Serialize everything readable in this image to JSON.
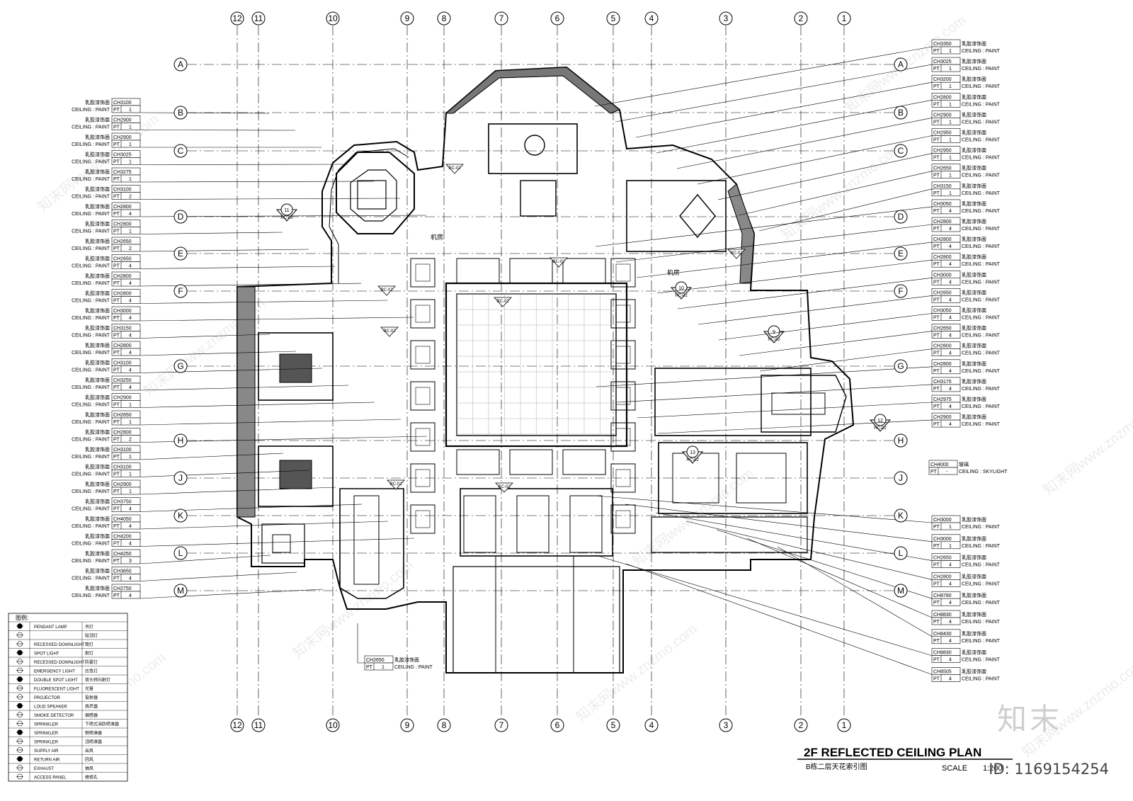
{
  "grid": {
    "columns": [
      "12",
      "11",
      "10",
      "9",
      "8",
      "7",
      "6",
      "5",
      "4",
      "3",
      "2",
      "1"
    ],
    "rows": [
      "A",
      "B",
      "C",
      "D",
      "E",
      "F",
      "G",
      "H",
      "J",
      "K",
      "L",
      "M"
    ]
  },
  "room_labels": {
    "mech_room_left": "机房",
    "mech_room_right": "机房"
  },
  "tag_paint_cn": "乳胶漆饰面",
  "tag_paint_en": "CEILING : PAINT",
  "tag_skylight_cn": "玻璃",
  "tag_skylight_en": "CEILING : SKYLIGHT",
  "tag_pt": "PT",
  "left_tags": [
    {
      "ch": "CH3100",
      "pt": "1"
    },
    {
      "ch": "CH2900",
      "pt": "1"
    },
    {
      "ch": "CH2900",
      "pt": "1"
    },
    {
      "ch": "CH3025",
      "pt": "1"
    },
    {
      "ch": "CH3275",
      "pt": "1"
    },
    {
      "ch": "CH3100",
      "pt": "2"
    },
    {
      "ch": "CH2800",
      "pt": "4"
    },
    {
      "ch": "CH2800",
      "pt": "1"
    },
    {
      "ch": "CH2650",
      "pt": "2"
    },
    {
      "ch": "CH2650",
      "pt": "4"
    },
    {
      "ch": "CH2800",
      "pt": "4"
    },
    {
      "ch": "CH2800",
      "pt": "4"
    },
    {
      "ch": "CH3000",
      "pt": "4"
    },
    {
      "ch": "CH3150",
      "pt": "4"
    },
    {
      "ch": "CH2800",
      "pt": "4"
    },
    {
      "ch": "CH3100",
      "pt": "4"
    },
    {
      "ch": "CH3250",
      "pt": "4"
    },
    {
      "ch": "CH2900",
      "pt": "1"
    },
    {
      "ch": "CH2650",
      "pt": "1"
    },
    {
      "ch": "CH2800",
      "pt": "2"
    },
    {
      "ch": "CH3100",
      "pt": "1"
    },
    {
      "ch": "CH3100",
      "pt": "1"
    },
    {
      "ch": "CH2900",
      "pt": "1"
    },
    {
      "ch": "CH3750",
      "pt": "4"
    },
    {
      "ch": "CH4050",
      "pt": "4"
    },
    {
      "ch": "CH4200",
      "pt": "4"
    },
    {
      "ch": "CH4250",
      "pt": "3"
    },
    {
      "ch": "CH3650",
      "pt": "4"
    },
    {
      "ch": "CH2750",
      "pt": "4"
    }
  ],
  "right_tags": [
    {
      "ch": "CH3350",
      "pt": "1"
    },
    {
      "ch": "CH3025",
      "pt": "1"
    },
    {
      "ch": "CH3200",
      "pt": "1"
    },
    {
      "ch": "CH2800",
      "pt": "1"
    },
    {
      "ch": "CH2900",
      "pt": "1"
    },
    {
      "ch": "CH2950",
      "pt": "1"
    },
    {
      "ch": "CH2950",
      "pt": "1"
    },
    {
      "ch": "CH2650",
      "pt": "1"
    },
    {
      "ch": "CH3150",
      "pt": "1"
    },
    {
      "ch": "CH3050",
      "pt": "4"
    },
    {
      "ch": "CH2800",
      "pt": "4"
    },
    {
      "ch": "CH2800",
      "pt": "4"
    },
    {
      "ch": "CH2800",
      "pt": "4"
    },
    {
      "ch": "CH3000",
      "pt": "4"
    },
    {
      "ch": "CH2650",
      "pt": "4"
    },
    {
      "ch": "CH3050",
      "pt": "4"
    },
    {
      "ch": "CH2650",
      "pt": "4"
    },
    {
      "ch": "CH2800",
      "pt": "4"
    },
    {
      "ch": "CH2800",
      "pt": "4"
    },
    {
      "ch": "CH3175",
      "pt": "4"
    },
    {
      "ch": "CH2975",
      "pt": "4"
    },
    {
      "ch": "CH2900",
      "pt": "4"
    }
  ],
  "right_tags_low": [
    {
      "ch": "CH3000",
      "pt": "1"
    },
    {
      "ch": "CH3000",
      "pt": "1"
    },
    {
      "ch": "CH2650",
      "pt": "4"
    },
    {
      "ch": "CH2800",
      "pt": "4"
    },
    {
      "ch": "CH8780",
      "pt": "4"
    },
    {
      "ch": "CH8830",
      "pt": "4"
    },
    {
      "ch": "CH8430",
      "pt": "4"
    },
    {
      "ch": "CH8830",
      "pt": "4"
    },
    {
      "ch": "CH8505",
      "pt": "4"
    }
  ],
  "skylight_tag": {
    "ch": "CH4000",
    "pt": "-"
  },
  "bottom_tag": {
    "ch": "CH2650",
    "pt": "1"
  },
  "section_marks": [
    {
      "num": "11",
      "ref": "RC-02"
    },
    {
      "num": "12",
      "ref": "RC-02"
    },
    {
      "num": "10",
      "ref": "RC-02"
    },
    {
      "num": "13",
      "ref": "RC-02"
    },
    {
      "num": "9",
      "ref": "RC-02"
    }
  ],
  "rc_labels": [
    "RC-02",
    "RC-02",
    "RC-02",
    "RC-02",
    "RC-02",
    "RC-02",
    "RC-02",
    "RC-02"
  ],
  "legend": {
    "title": "图例:",
    "items": [
      {
        "en": "PENDANT LAMP",
        "cn": "吊灯",
        "icon": "pendant-lamp-icon"
      },
      {
        "en": "",
        "cn": "吸顶灯",
        "icon": "ceiling-lamp-icon"
      },
      {
        "en": "RECESSED DOWNLIGHT",
        "cn": "筒灯",
        "icon": "downlight-icon"
      },
      {
        "en": "SPOT LIGHT",
        "cn": "射灯",
        "icon": "spotlight-icon"
      },
      {
        "en": "RECESSED DOWNLIGHT",
        "cn": "防雾灯",
        "icon": "downlight-icon"
      },
      {
        "en": "EMERGENCY LIGHT",
        "cn": "应急灯",
        "icon": "emergency-light-icon"
      },
      {
        "en": "DOUBLE SPOT LIGHT",
        "cn": "双头转向射灯",
        "icon": "double-spot-icon"
      },
      {
        "en": "FLUORESCENT LIGHT",
        "cn": "光管",
        "icon": "fluorescent-icon"
      },
      {
        "en": "PROJECTOR",
        "cn": "投射器",
        "icon": "projector-icon"
      },
      {
        "en": "LOUD SPEAKER",
        "cn": "扬声器",
        "icon": "speaker-icon"
      },
      {
        "en": "SMOKE DETECTOR",
        "cn": "烟感器",
        "icon": "smoke-detector-icon"
      },
      {
        "en": "SPRINKLER",
        "cn": "下喷式消防喷淋器",
        "icon": "sprinkler-icon"
      },
      {
        "en": "SPRINKLER",
        "cn": "侧喷淋器",
        "icon": "sprinkler-side-icon"
      },
      {
        "en": "SPRINKLER",
        "cn": "顶喷淋器",
        "icon": "sprinkler-top-icon"
      },
      {
        "en": "SUPPLY AIR",
        "cn": "出风",
        "icon": "supply-air-icon"
      },
      {
        "en": "RETURN AIR",
        "cn": "回风",
        "icon": "return-air-icon"
      },
      {
        "en": "EXHAUST",
        "cn": "抽风",
        "icon": "exhaust-icon"
      },
      {
        "en": "ACCESS PANEL",
        "cn": "维修孔",
        "icon": "access-panel-icon"
      }
    ]
  },
  "title": {
    "main": "2F REFLECTED CEILING PLAN",
    "sub": "B栋二层天花索引图",
    "scale_label": "SCALE",
    "scale_value": "1:200"
  },
  "watermark_text": "知末网www.znzmo.com",
  "brand_text": "知末",
  "id_text": "ID: 1169154254"
}
